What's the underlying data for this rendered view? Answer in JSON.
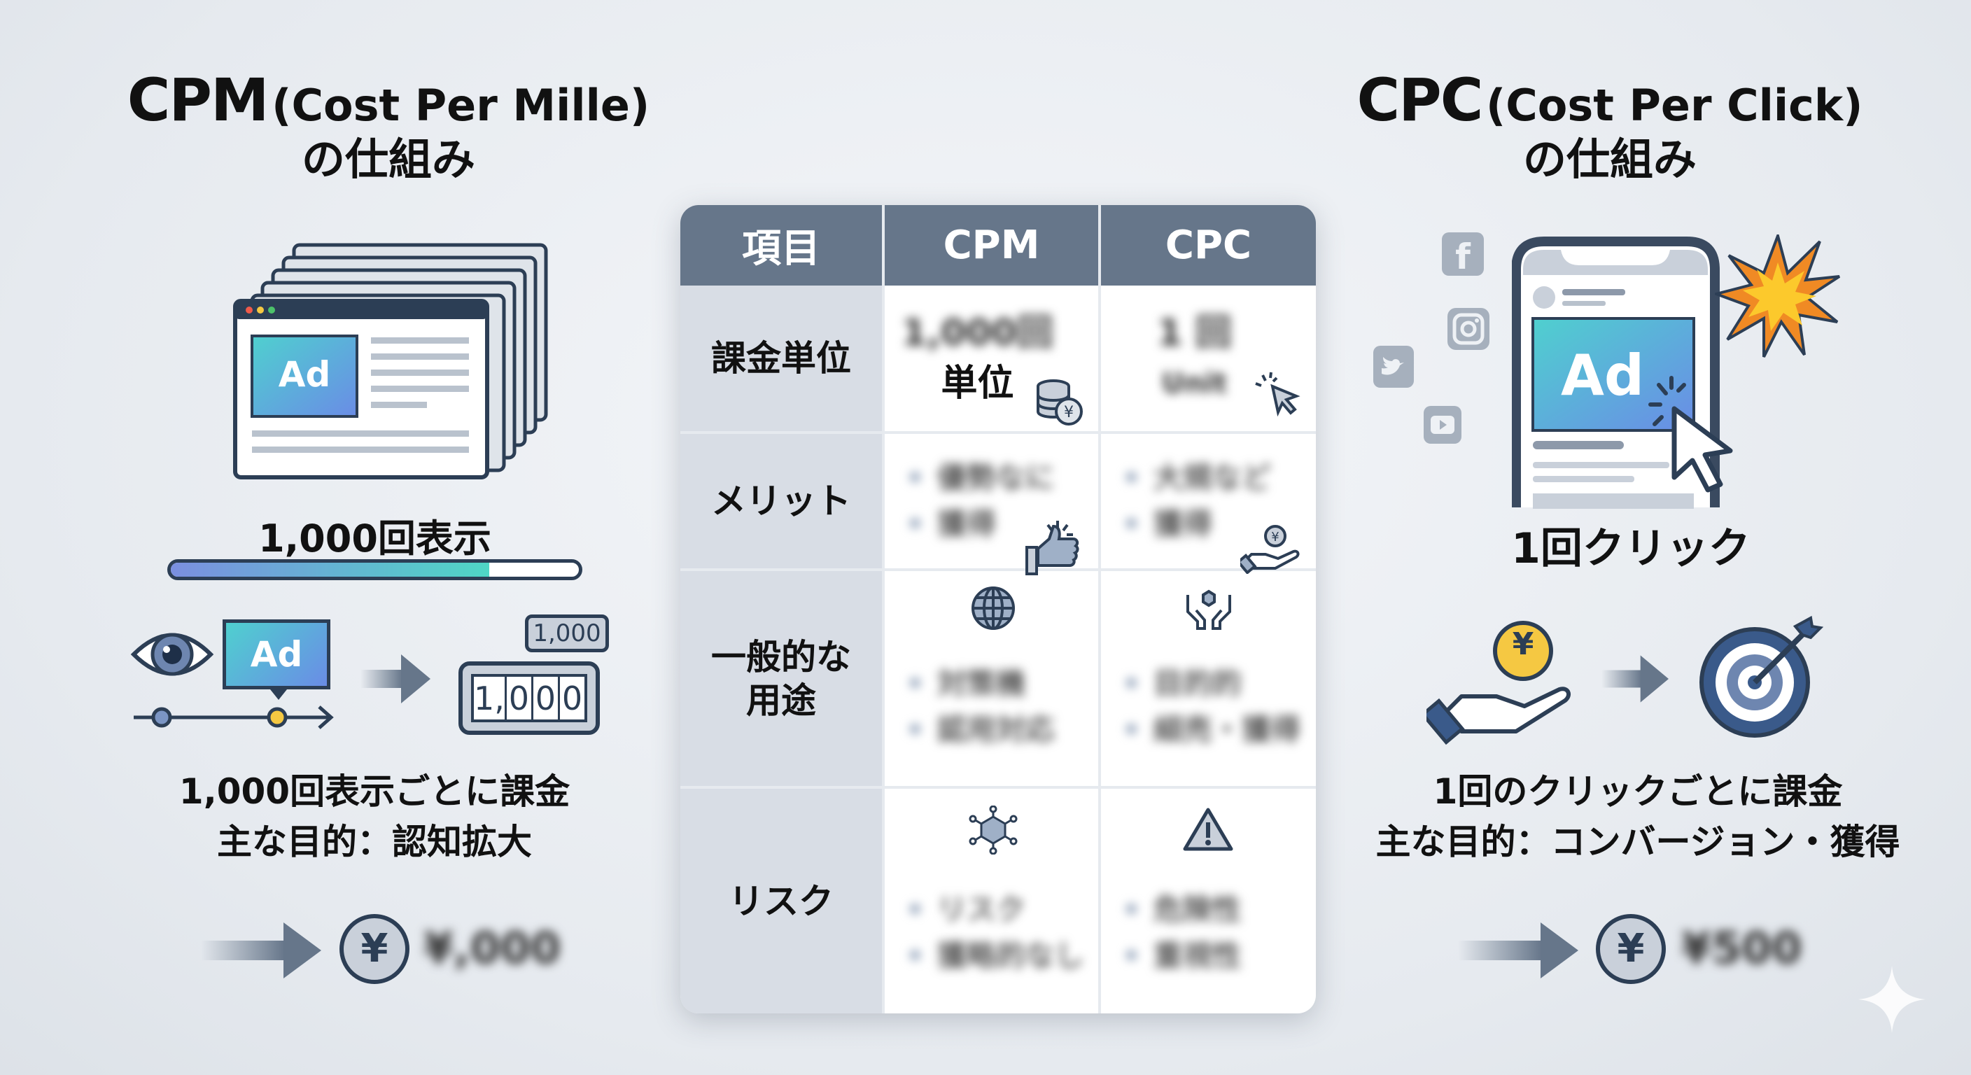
{
  "cpm": {
    "title_main": "CPM",
    "title_paren": "(Cost Per Mille)",
    "subtitle": "の仕組み",
    "ad_label": "Ad",
    "impressions_label": "1,000回表示",
    "progress_percent": 78,
    "bubble_ad_label": "Ad",
    "counter_tag": "1,000",
    "counter_digits": [
      "1,",
      "0",
      "0",
      "0"
    ],
    "caption_line1": "1,000回表示ごとに課金",
    "caption_line2": "主な目的：認知拡大",
    "yen_symbol": "¥",
    "price": "¥,000"
  },
  "cpc": {
    "title_main": "CPC",
    "title_paren": "(Cost Per Click)",
    "subtitle": "の仕組み",
    "ad_label": "Ad",
    "click_label": "1回クリック",
    "coin_symbol": "¥",
    "caption_line1": "1回のクリックごとに課金",
    "caption_line2": "主な目的：コンバージョン・獲得",
    "yen_symbol": "¥",
    "price": "¥500",
    "social_icons": [
      "facebook-icon",
      "instagram-icon",
      "twitter-icon",
      "youtube-icon"
    ]
  },
  "table": {
    "headers": [
      "項目",
      "CPM",
      "CPC"
    ],
    "rows": [
      {
        "label": "課金単位",
        "cpm": [
          "1,000回",
          "単位"
        ],
        "cpc": [
          "1 回",
          "Unit"
        ],
        "cpm_icon": "coins-yen-icon",
        "cpc_icon": "cursor-click-icon"
      },
      {
        "label": "メリット",
        "cpm": [
          "優勢なに",
          "獲得"
        ],
        "cpc": [
          "大規など",
          "獲得"
        ],
        "cpm_icon": "thumbs-up-icon",
        "cpc_icon": "hand-coin-icon"
      },
      {
        "label": "一般的な用途",
        "cpm": [
          "対策機",
          "認用対応"
        ],
        "cpc": [
          "目的的",
          "細売・獲得"
        ],
        "cpm_icon": "globe-icon",
        "cpc_icon": "hands-box-icon"
      },
      {
        "label": "リスク",
        "cpm": [
          "リスク",
          "獲略的なし"
        ],
        "cpc": [
          "危険性",
          "重視性"
        ],
        "cpm_icon": "network-hexagon-icon",
        "cpc_icon": "warning-icon"
      }
    ]
  },
  "colors": {
    "header": "#66768a",
    "row_header": "#d8dde5",
    "navy": "#2c3e55",
    "accent_yellow": "#f5c842",
    "burst_orange": "#f08a24"
  }
}
